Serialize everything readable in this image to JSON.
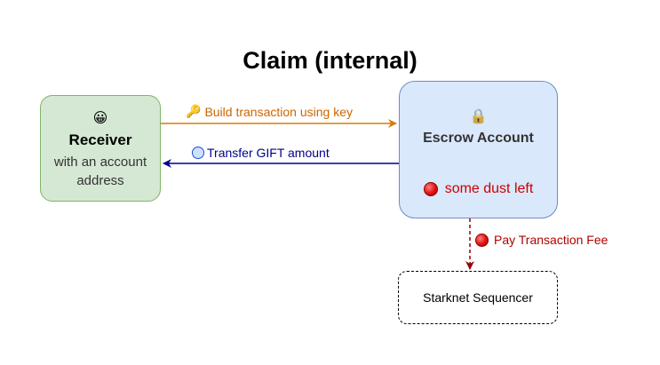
{
  "title": "Claim (internal)",
  "receiver": {
    "emoji": "😀",
    "title": "Receiver",
    "subtitle_line1": "with an account",
    "subtitle_line2": "address"
  },
  "escrow": {
    "emoji": "🔒",
    "title": "Escrow Account",
    "dust": "some dust left"
  },
  "sequencer": {
    "label": "Starknet Sequencer"
  },
  "edges": {
    "build": {
      "icon": "🔑",
      "label": "Build transaction using key",
      "color": "#cc6600"
    },
    "transfer": {
      "label": "Transfer GIFT amount",
      "color": "#00008b"
    },
    "fee": {
      "label": "Pay Transaction Fee",
      "color": "#b00000"
    }
  }
}
